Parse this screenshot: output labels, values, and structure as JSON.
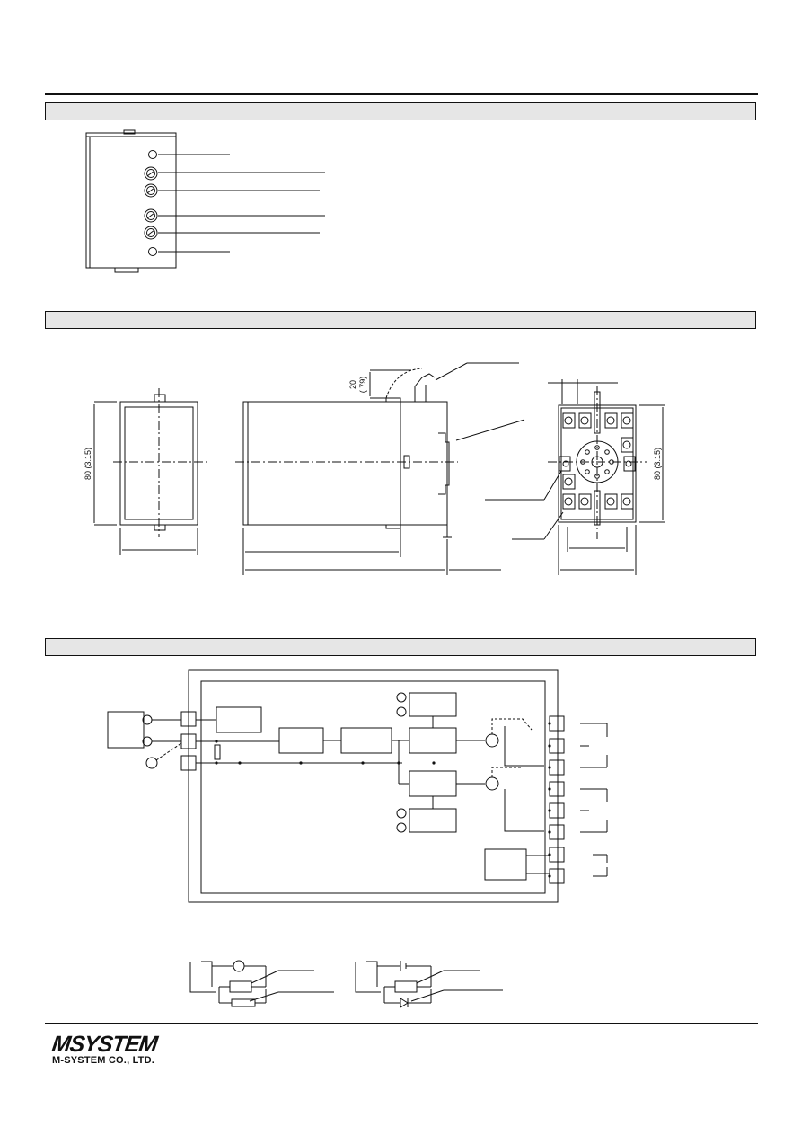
{
  "dimensions": {
    "height_front": "80 (3.15)",
    "height_base": "80 (3.15)",
    "rail_clearance": "20",
    "rail_clearance_inch": "(.79)"
  },
  "footer": {
    "logo": "MSYSTEM",
    "company": "M-SYSTEM CO., LTD."
  }
}
